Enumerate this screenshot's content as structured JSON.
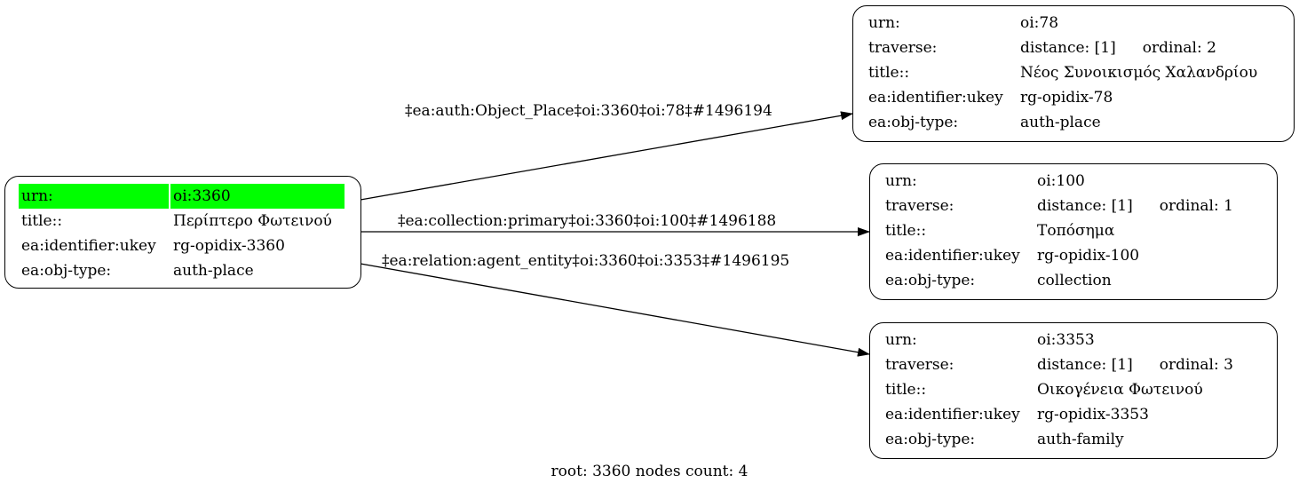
{
  "nodes": [
    {
      "id": "root",
      "highlight_color": "#00ff00",
      "rows": [
        {
          "key": "urn:",
          "value": "oi:3360"
        },
        {
          "key": "title::",
          "value": "Περίπτερο Φωτεινού"
        },
        {
          "key": "ea:identifier:ukey",
          "value": "rg-opidix-3360"
        },
        {
          "key": "ea:obj-type:",
          "value": "auth-place"
        }
      ]
    },
    {
      "id": "oi78",
      "urn": "oi:78",
      "distance": "distance: [1]",
      "ordinal": "ordinal: 2",
      "title": "Νέος Συνοικισμός Χαλανδρίου",
      "ukey": "rg-opidix-78",
      "obj_type": "auth-place"
    },
    {
      "id": "oi100",
      "urn": "oi:100",
      "distance": "distance: [1]",
      "ordinal": "ordinal: 1",
      "title": "Τοπόσημα",
      "ukey": "rg-opidix-100",
      "obj_type": "collection"
    },
    {
      "id": "oi3353",
      "urn": "oi:3353",
      "distance": "distance: [1]",
      "ordinal": "ordinal: 3",
      "title": "Οικογένεια Φωτεινού",
      "ukey": "rg-opidix-3353",
      "obj_type": "auth-family"
    }
  ],
  "labels": {
    "urn": "urn:",
    "traverse": "traverse:",
    "title": "title::",
    "ukey": "ea:identifier:ukey",
    "obj_type": "ea:obj-type:"
  },
  "edges": [
    {
      "from": "oi:3360",
      "to": "oi:78",
      "label": "‡ea:auth:Object_Place‡oi:3360‡oi:78‡#1496194"
    },
    {
      "from": "oi:3360",
      "to": "oi:100",
      "label": "‡ea:collection:primary‡oi:3360‡oi:100‡#1496188"
    },
    {
      "from": "oi:3360",
      "to": "oi:3353",
      "label": "‡ea:relation:agent_entity‡oi:3360‡oi:3353‡#1496195"
    }
  ],
  "footer": "root: 3360 nodes count: 4"
}
